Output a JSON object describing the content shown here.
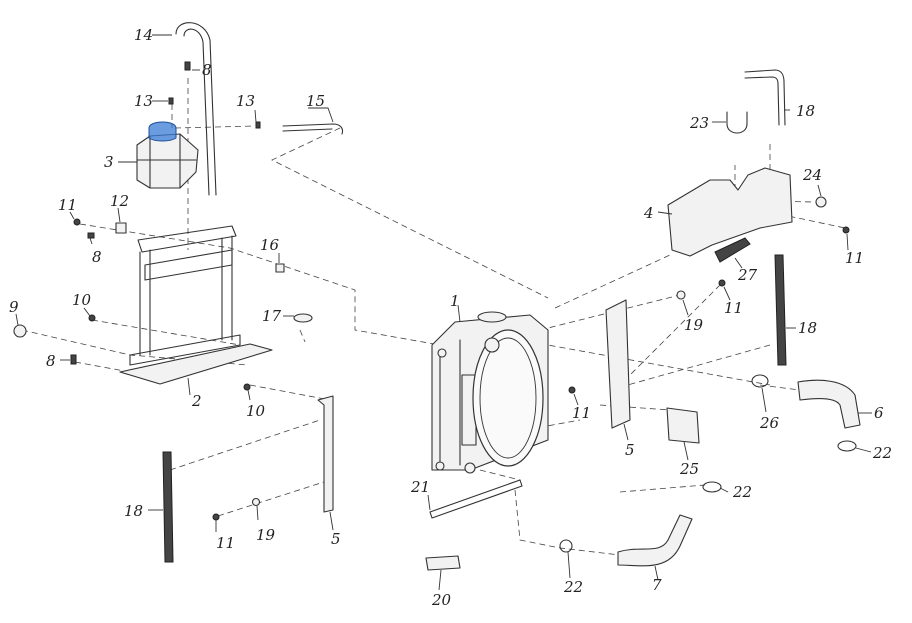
{
  "diagram": {
    "callouts": [
      {
        "id": "c14",
        "label": "14"
      },
      {
        "id": "c8a",
        "label": "8"
      },
      {
        "id": "c13a",
        "label": "13"
      },
      {
        "id": "c13b",
        "label": "13"
      },
      {
        "id": "c15",
        "label": "15"
      },
      {
        "id": "c3",
        "label": "3"
      },
      {
        "id": "c11a",
        "label": "11"
      },
      {
        "id": "c12",
        "label": "12"
      },
      {
        "id": "c8b",
        "label": "8"
      },
      {
        "id": "c16",
        "label": "16"
      },
      {
        "id": "c10a",
        "label": "10"
      },
      {
        "id": "c9",
        "label": "9"
      },
      {
        "id": "c17",
        "label": "17"
      },
      {
        "id": "c8c",
        "label": "8"
      },
      {
        "id": "c2",
        "label": "2"
      },
      {
        "id": "c10b",
        "label": "10"
      },
      {
        "id": "c18a",
        "label": "18"
      },
      {
        "id": "c11b",
        "label": "11"
      },
      {
        "id": "c19a",
        "label": "19"
      },
      {
        "id": "c5a",
        "label": "5"
      },
      {
        "id": "c1",
        "label": "1"
      },
      {
        "id": "c21",
        "label": "21"
      },
      {
        "id": "c20",
        "label": "20"
      },
      {
        "id": "c22a",
        "label": "22"
      },
      {
        "id": "c7",
        "label": "7"
      },
      {
        "id": "c22b",
        "label": "22"
      },
      {
        "id": "c18b",
        "label": "18"
      },
      {
        "id": "c23",
        "label": "23"
      },
      {
        "id": "c4",
        "label": "4"
      },
      {
        "id": "c24",
        "label": "24"
      },
      {
        "id": "c11c",
        "label": "11"
      },
      {
        "id": "c27",
        "label": "27"
      },
      {
        "id": "c19b",
        "label": "19"
      },
      {
        "id": "c11d",
        "label": "11"
      },
      {
        "id": "c18c",
        "label": "18"
      },
      {
        "id": "c11e",
        "label": "11"
      },
      {
        "id": "c5b",
        "label": "5"
      },
      {
        "id": "c26",
        "label": "26"
      },
      {
        "id": "c6",
        "label": "6"
      },
      {
        "id": "c25",
        "label": "25"
      },
      {
        "id": "c22c",
        "label": "22"
      }
    ],
    "colors": {
      "line": "#333333",
      "highlight": "#3a7bd5",
      "background": "#ffffff"
    }
  }
}
